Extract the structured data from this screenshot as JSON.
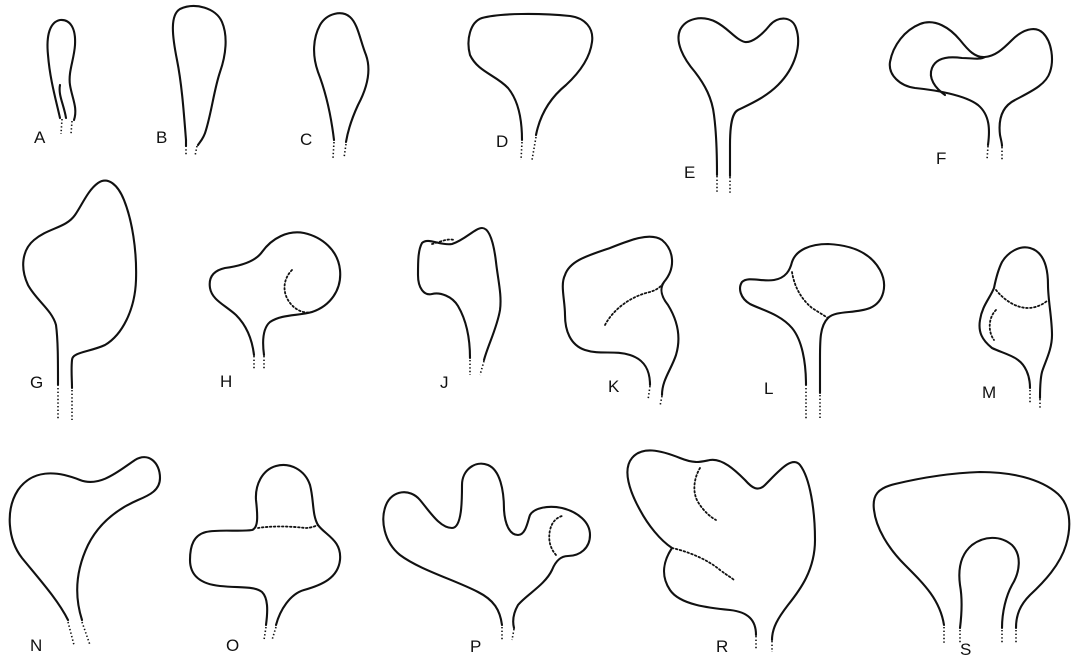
{
  "figure": {
    "shapes": [
      {
        "id": "A",
        "label": "A"
      },
      {
        "id": "B",
        "label": "B"
      },
      {
        "id": "C",
        "label": "C"
      },
      {
        "id": "D",
        "label": "D"
      },
      {
        "id": "E",
        "label": "E"
      },
      {
        "id": "F",
        "label": "F"
      },
      {
        "id": "G",
        "label": "G"
      },
      {
        "id": "H",
        "label": "H"
      },
      {
        "id": "J",
        "label": "J"
      },
      {
        "id": "K",
        "label": "K"
      },
      {
        "id": "L",
        "label": "L"
      },
      {
        "id": "M",
        "label": "M"
      },
      {
        "id": "N",
        "label": "N"
      },
      {
        "id": "O",
        "label": "O"
      },
      {
        "id": "P",
        "label": "P"
      },
      {
        "id": "R",
        "label": "R"
      },
      {
        "id": "S",
        "label": "S"
      }
    ],
    "stroke_color": "#111111",
    "background_color": "#ffffff"
  }
}
